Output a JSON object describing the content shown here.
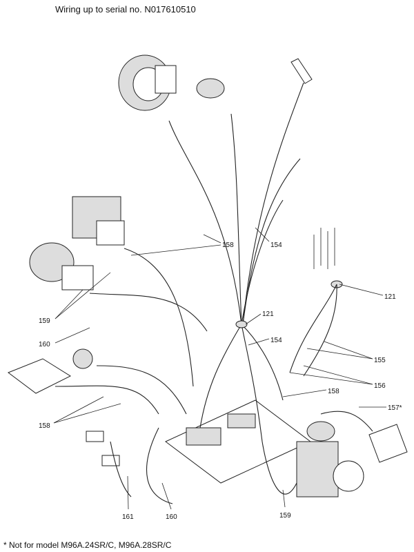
{
  "title": "Wiring up to serial no. N017610510",
  "footnote": "* Not for model M96A.24SR/C, M96A.28SR/C",
  "callouts": {
    "c158_top": "158",
    "c154_top": "154",
    "c121_right": "121",
    "c121_center": "121",
    "c159_left": "159",
    "c160_left": "160",
    "c154_mid": "154",
    "c155": "155",
    "c156": "156",
    "c158_mid": "158",
    "c157": "157*",
    "c158_left": "158",
    "c161": "161",
    "c160_bottom": "160",
    "c159_bottom": "159"
  }
}
